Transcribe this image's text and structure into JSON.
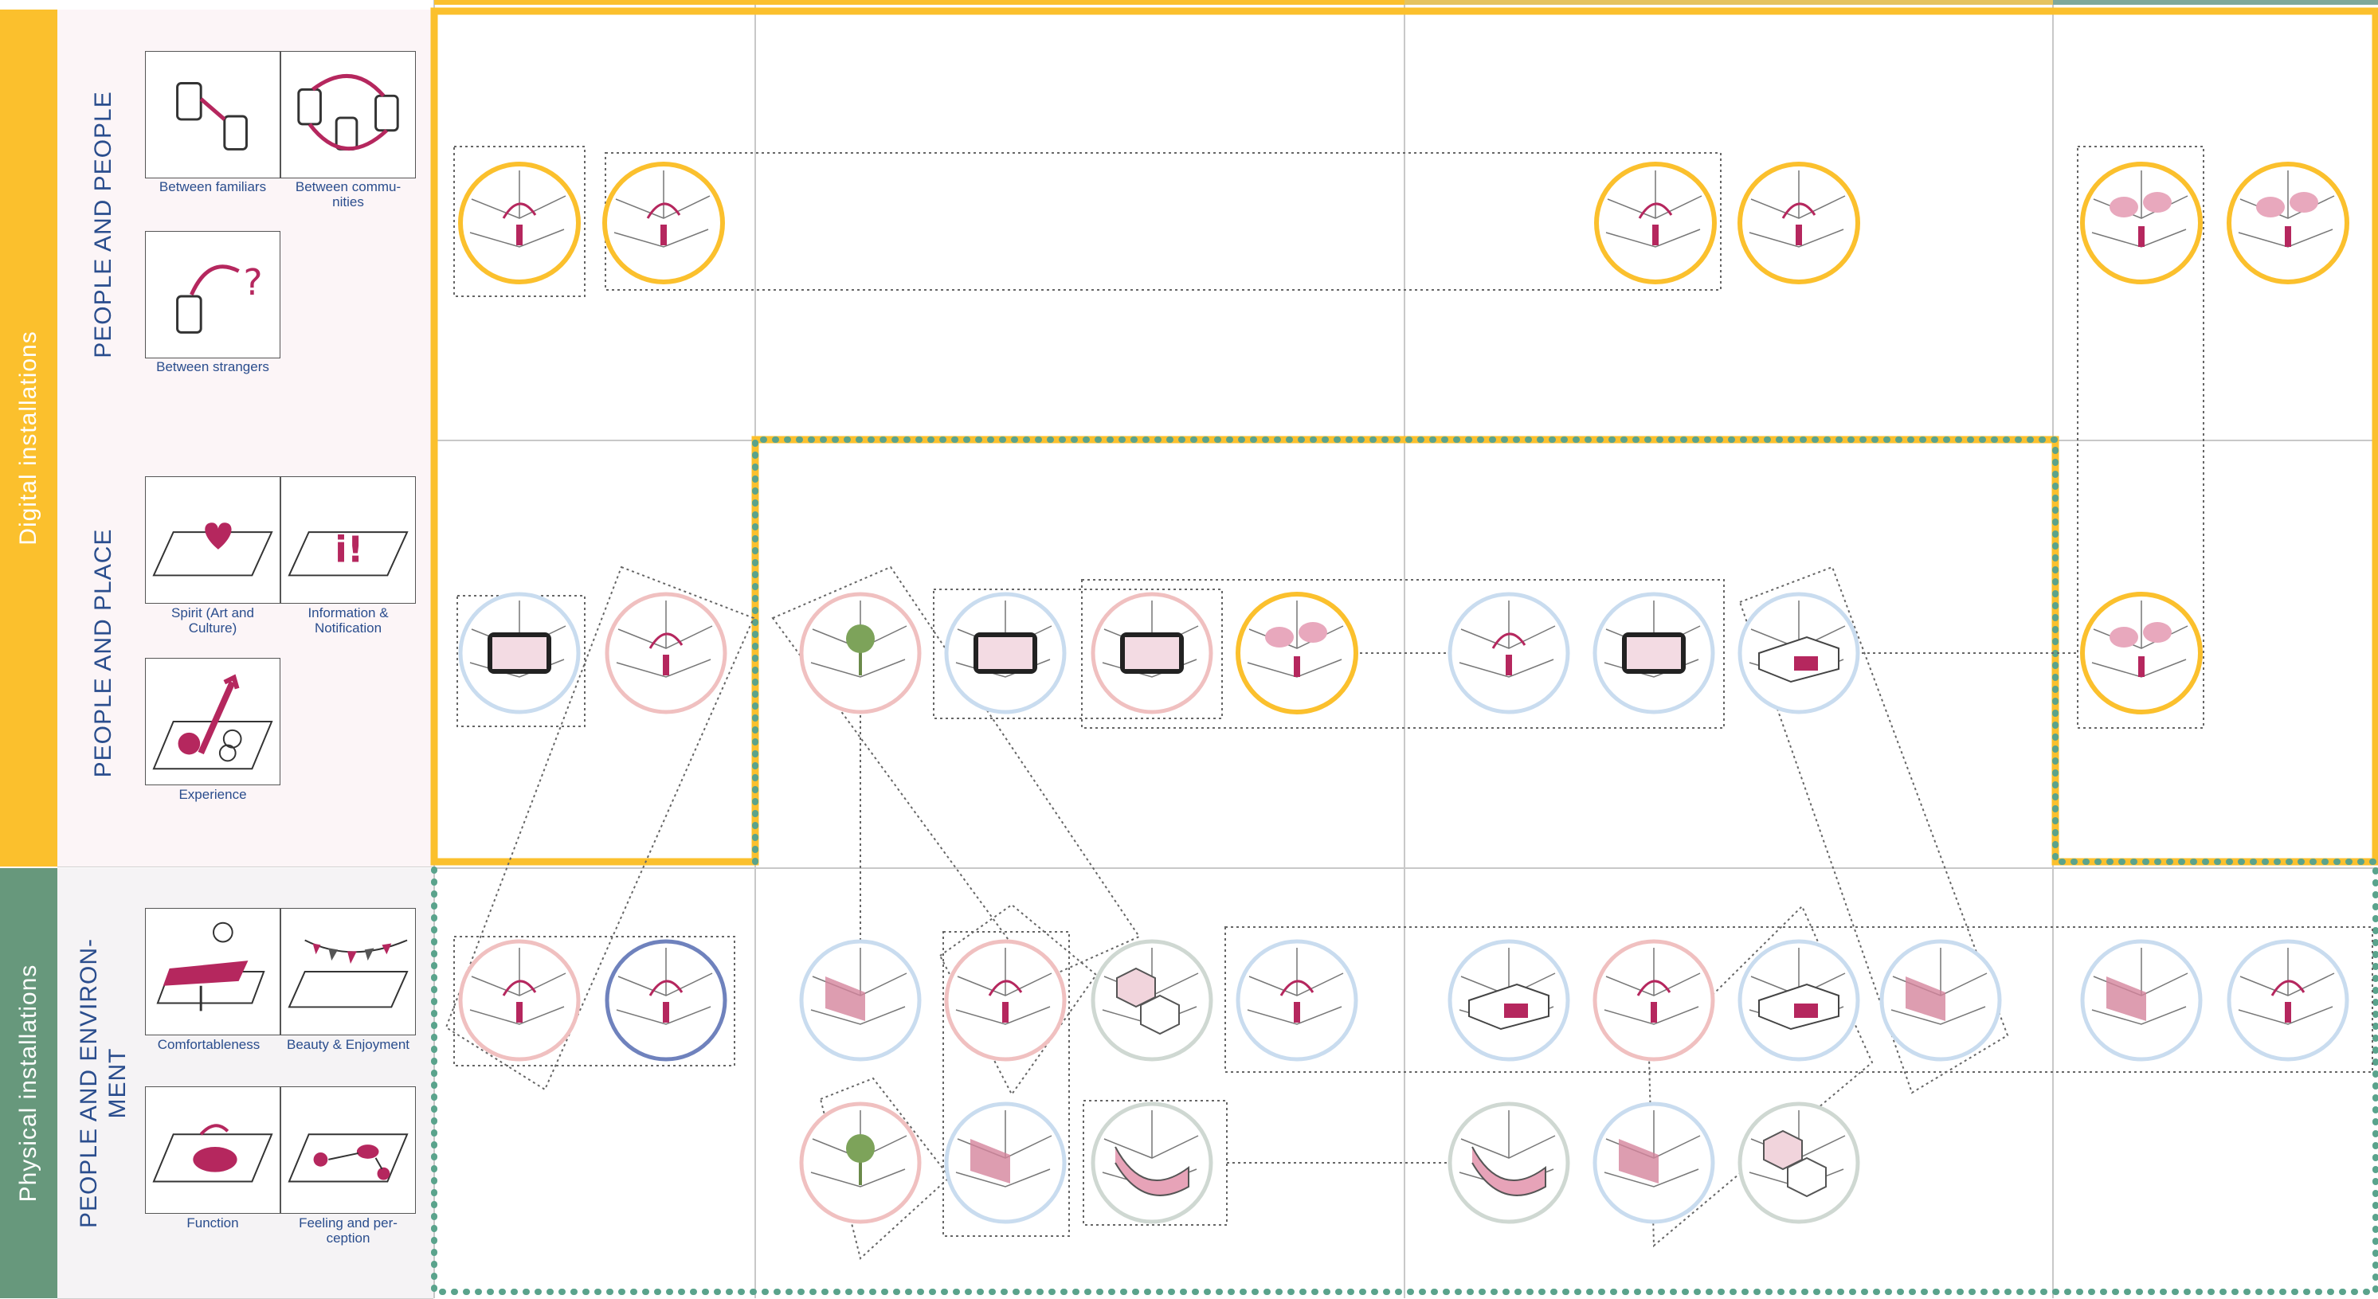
{
  "bands": [
    {
      "label": "Digital installations",
      "color": "#fbc02d"
    },
    {
      "label": "Physical installations",
      "color": "#67987c"
    }
  ],
  "sections": [
    {
      "label": "PEOPLE AND PEOPLE",
      "tiles": [
        {
          "caption": "Between familiars",
          "icon": "phones-linked-icon"
        },
        {
          "caption": "Between commu-\nnities",
          "icon": "phones-community-icon"
        },
        {
          "caption": "Between strangers",
          "icon": "phone-question-icon"
        }
      ]
    },
    {
      "label": "PEOPLE AND PLACE",
      "tiles": [
        {
          "caption": "Spirit (Art and\nCulture)",
          "icon": "heart-plane-icon"
        },
        {
          "caption": "Information &\nNotification",
          "icon": "info-plane-icon"
        },
        {
          "caption": "Experience",
          "icon": "experience-plane-icon"
        }
      ]
    },
    {
      "label": "PEOPLE AND ENVIRON-\nMENT",
      "tiles": [
        {
          "caption": "Comfortableness",
          "icon": "sun-shade-icon"
        },
        {
          "caption": "Beauty & Enjoyment",
          "icon": "bunting-icon"
        },
        {
          "caption": "Function",
          "icon": "gamepad-plane-icon"
        },
        {
          "caption": "Feeling and per-\nception",
          "icon": "senses-plane-icon"
        }
      ]
    }
  ],
  "colors": {
    "digital": "#fbc02d",
    "physical": "#67987c",
    "ring_blue": "#c9dcef",
    "ring_pink": "#f0c0c0",
    "ring_grey": "#cfd8d2",
    "ring_navy": "#6f82bd",
    "accent": "#b5275e",
    "label_blue": "#2a4d8d"
  }
}
